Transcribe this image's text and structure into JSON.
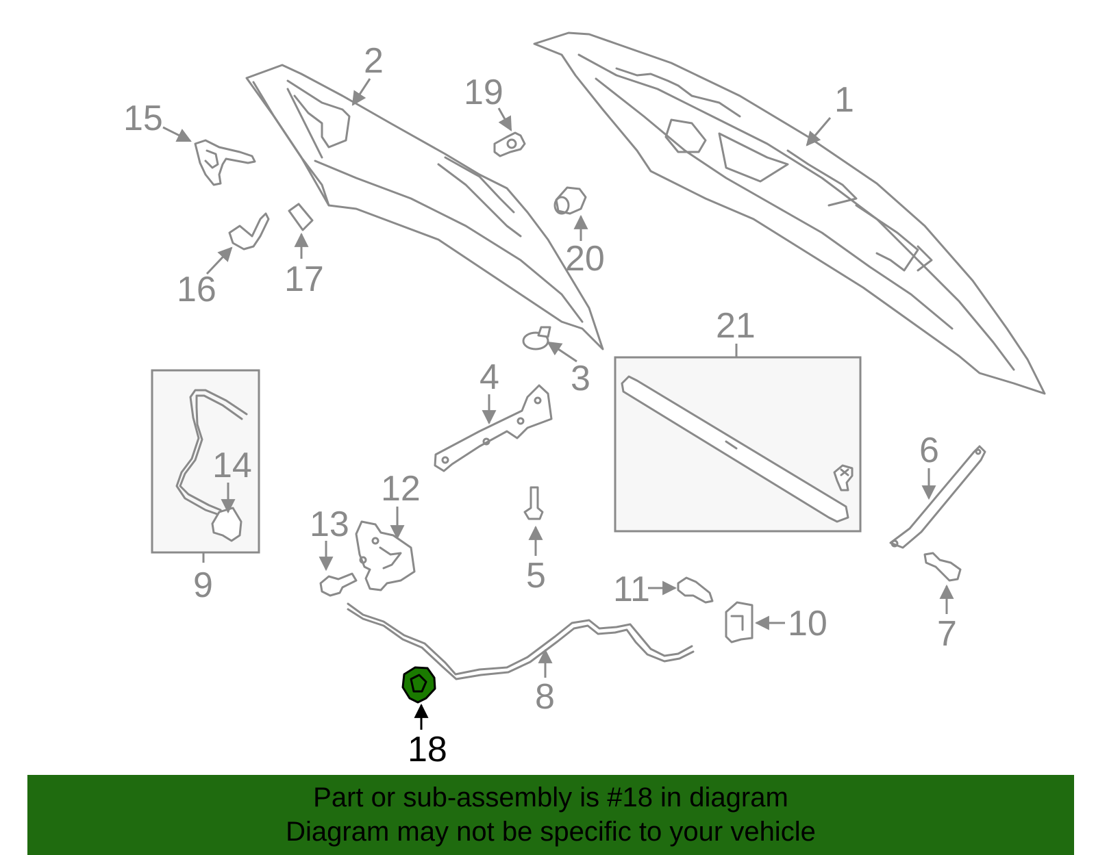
{
  "callouts": {
    "c1": "1",
    "c2": "2",
    "c3": "3",
    "c4": "4",
    "c5": "5",
    "c6": "6",
    "c7": "7",
    "c8": "8",
    "c9": "9",
    "c10": "10",
    "c11": "11",
    "c12": "12",
    "c13": "13",
    "c14": "14",
    "c15": "15",
    "c16": "16",
    "c17": "17",
    "c18": "18",
    "c19": "19",
    "c20": "20",
    "c21": "21"
  },
  "highlighted_part": "18",
  "banner": {
    "line1": "Part or sub-assembly is #18 in diagram",
    "line2": "Diagram may not be specific to your vehicle"
  },
  "colors": {
    "line_art": "#8a8a8a",
    "highlight_fill": "#1a7a00",
    "banner_background": "#1f6b0f",
    "banner_text": "#000000"
  }
}
